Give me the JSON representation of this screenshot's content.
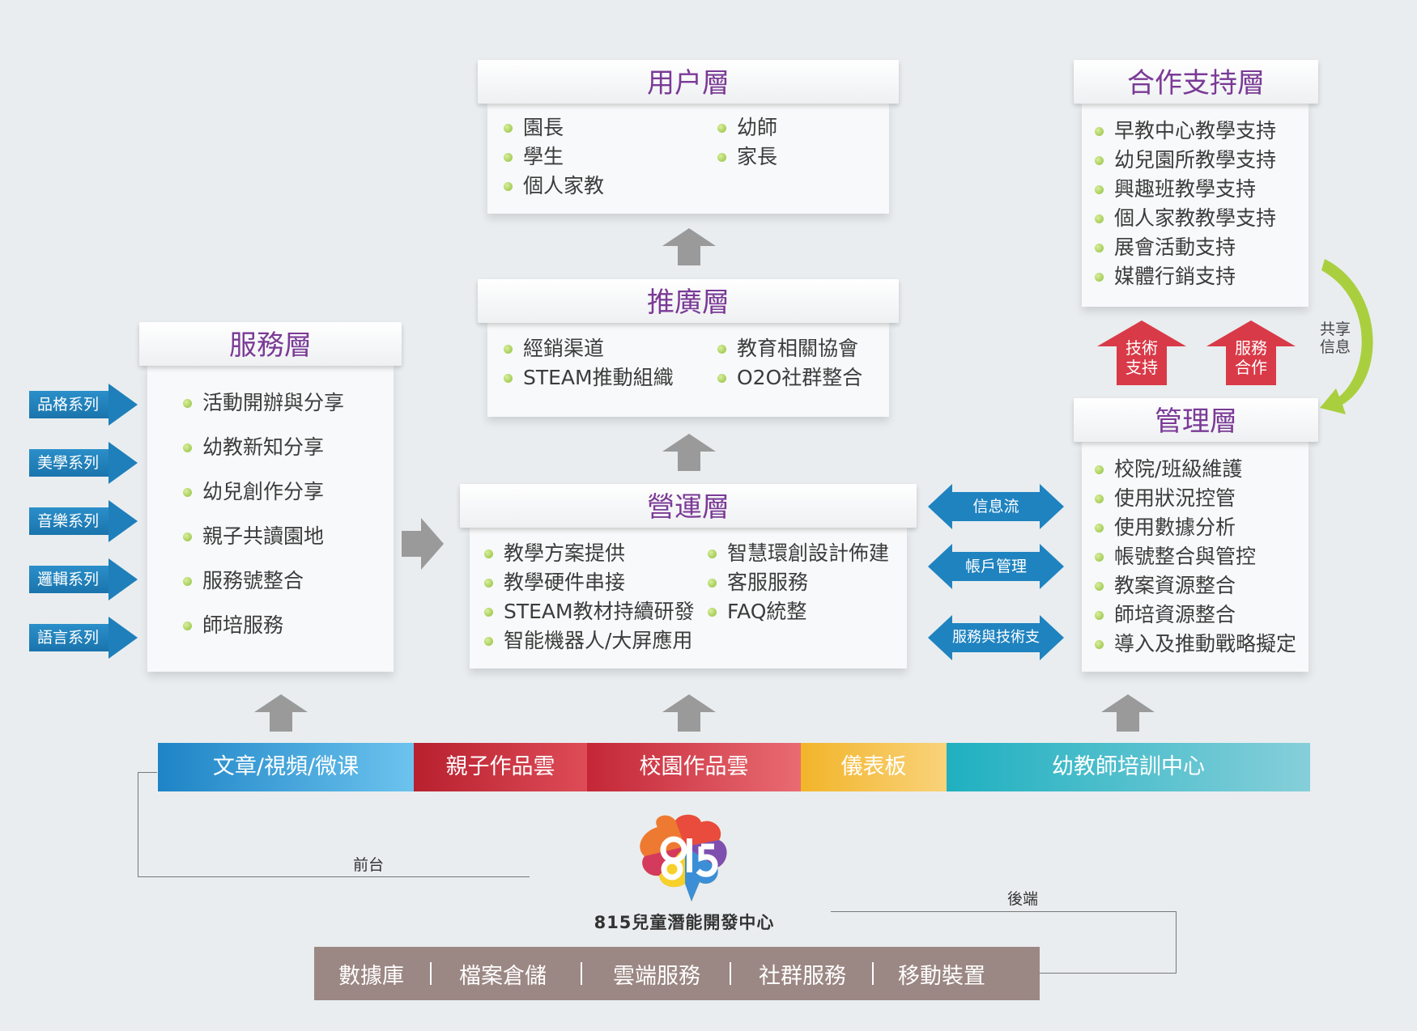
{
  "user_layer": {
    "title": "用户層",
    "left_items": [
      "園長",
      "學生",
      "個人家教"
    ],
    "right_items": [
      "幼師",
      "家長"
    ]
  },
  "promo_layer": {
    "title": "推廣層",
    "left_items": [
      "經銷渠道",
      "STEAM推動組織"
    ],
    "right_items": [
      "教育相關協會",
      "O2O社群整合"
    ]
  },
  "ops_layer": {
    "title": "營運層",
    "left_items": [
      "教學方案提供",
      "教學硬件串接",
      "STEAM教材持續研發",
      "智能機器人/大屏應用"
    ],
    "right_items": [
      "智慧環創設計佈建",
      "客服服務",
      "FAQ統整"
    ]
  },
  "service_layer": {
    "title": "服務層",
    "items": [
      "活動開辦與分享",
      "幼教新知分享",
      "幼兒創作分享",
      "親子共讀園地",
      "服務號整合",
      "師培服務"
    ]
  },
  "coop_layer": {
    "title": "合作支持層",
    "items": [
      "早教中心教學支持",
      "幼兒園所教學支持",
      "興趣班教學支持",
      "個人家教教學支持",
      "展會活動支持",
      "媒體行銷支持"
    ]
  },
  "mgmt_layer": {
    "title": "管理層",
    "items": [
      "校院/班級維護",
      "使用狀況控管",
      "使用數據分析",
      "帳號整合與管控",
      "教案資源整合",
      "師培資源整合",
      "導入及推動戰略擬定"
    ]
  },
  "series": [
    "品格系列",
    "美學系列",
    "音樂系列",
    "邏輯系列",
    "語言系列"
  ],
  "flows": [
    "信息流",
    "帳戶管理",
    "服務與技術支持"
  ],
  "support_arrows": {
    "tech": "技術\n支持",
    "service": "服務\n合作"
  },
  "shared_info": "共享\n信息",
  "platforms": [
    "文章/視頻/微课",
    "親子作品雲",
    "校園作品雲",
    "儀表板",
    "幼教師培訓中心"
  ],
  "front_label": "前台",
  "back_label": "後端",
  "logo": {
    "text": "815兒童潛能開發中心"
  },
  "infrastructure": [
    "數據庫",
    "檔案倉儲",
    "雲端服務",
    "社群服務",
    "移動裝置"
  ],
  "colors": {
    "title_purple": "#7a3a96",
    "arrow_blue": "#1f83c0",
    "arrow_red": "#d93a48",
    "bullet_green": "#8fbe3c",
    "db_bar": "#9b8783"
  }
}
